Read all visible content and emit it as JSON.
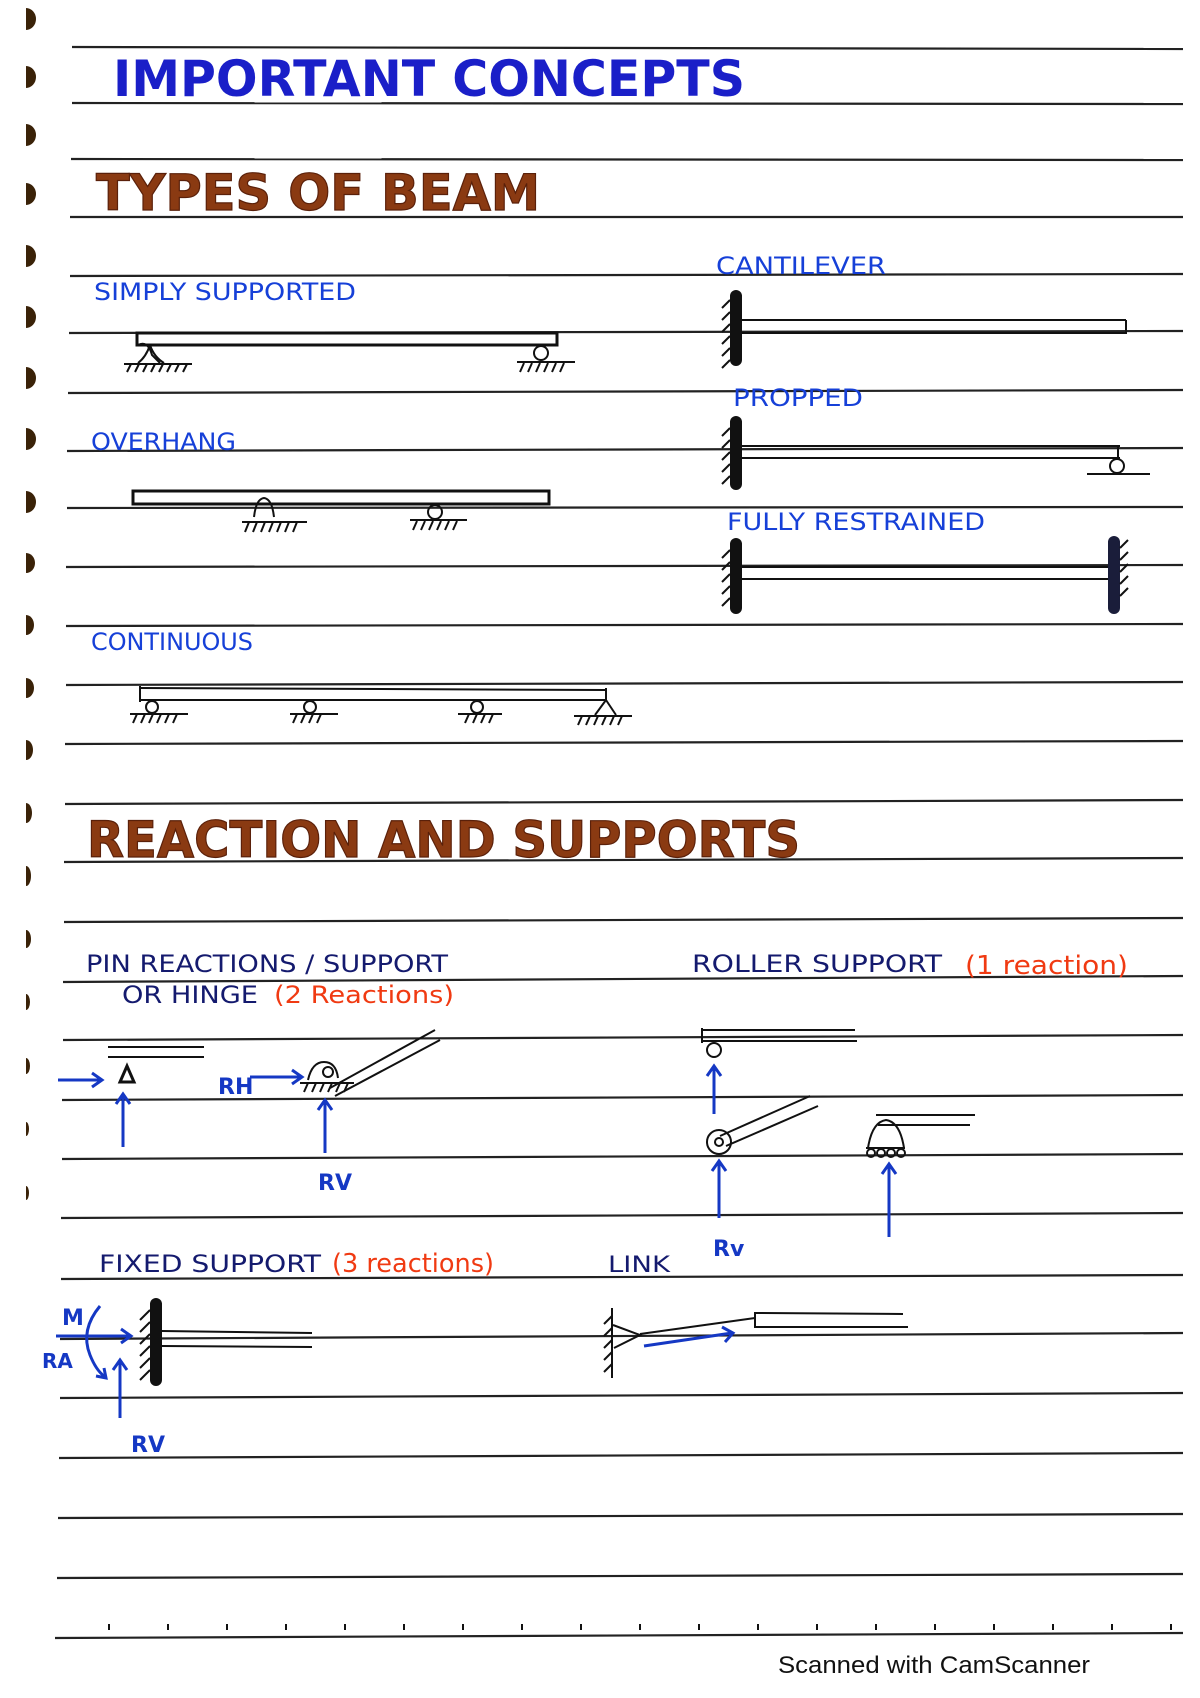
{
  "page": {
    "title": "IMPORTANT CONCEPTS",
    "footer": "Scanned with CamScanner",
    "colors": {
      "title_blue": "#1a1fc8",
      "heading_brown": "#8a3a12",
      "label_blue": "#1640d8",
      "label_navy": "#141a6e",
      "note_red": "#f03a12",
      "force_blue": "#1538c4",
      "binding_hole": "#3a2208"
    }
  },
  "types_of_beam": {
    "heading": "TYPES OF BEAM",
    "items": [
      {
        "label": "SIMPLY SUPPORTED",
        "diagram": "beam-pin-left-roller-right"
      },
      {
        "label": "OVERHANG",
        "diagram": "beam-overhanging-pin-roller"
      },
      {
        "label": "CONTINUOUS",
        "diagram": "beam-four-supports"
      },
      {
        "label": "CANTILEVER",
        "diagram": "beam-fixed-left"
      },
      {
        "label": "PROPPED",
        "diagram": "beam-fixed-left-roller-right"
      },
      {
        "label": "FULLY RESTRAINED",
        "diagram": "beam-fixed-both-ends"
      }
    ]
  },
  "reactions_and_supports": {
    "heading": "REACTION AND SUPPORTS",
    "pin": {
      "label_line1": "PIN REACTIONS / SUPPORT",
      "label_line2": "OR HINGE",
      "note": "(2 Reactions)",
      "forces": {
        "horizontal": "RH",
        "vertical": "RV"
      }
    },
    "roller": {
      "label": "ROLLER SUPPORT",
      "note": "(1 reaction)",
      "forces": {
        "vertical": "Rv"
      }
    },
    "fixed": {
      "label": "FIXED SUPPORT",
      "note": "(3 reactions)",
      "forces": {
        "moment": "M",
        "horizontal": "RA",
        "vertical": "RV"
      }
    },
    "link": {
      "label": "LINK"
    }
  }
}
